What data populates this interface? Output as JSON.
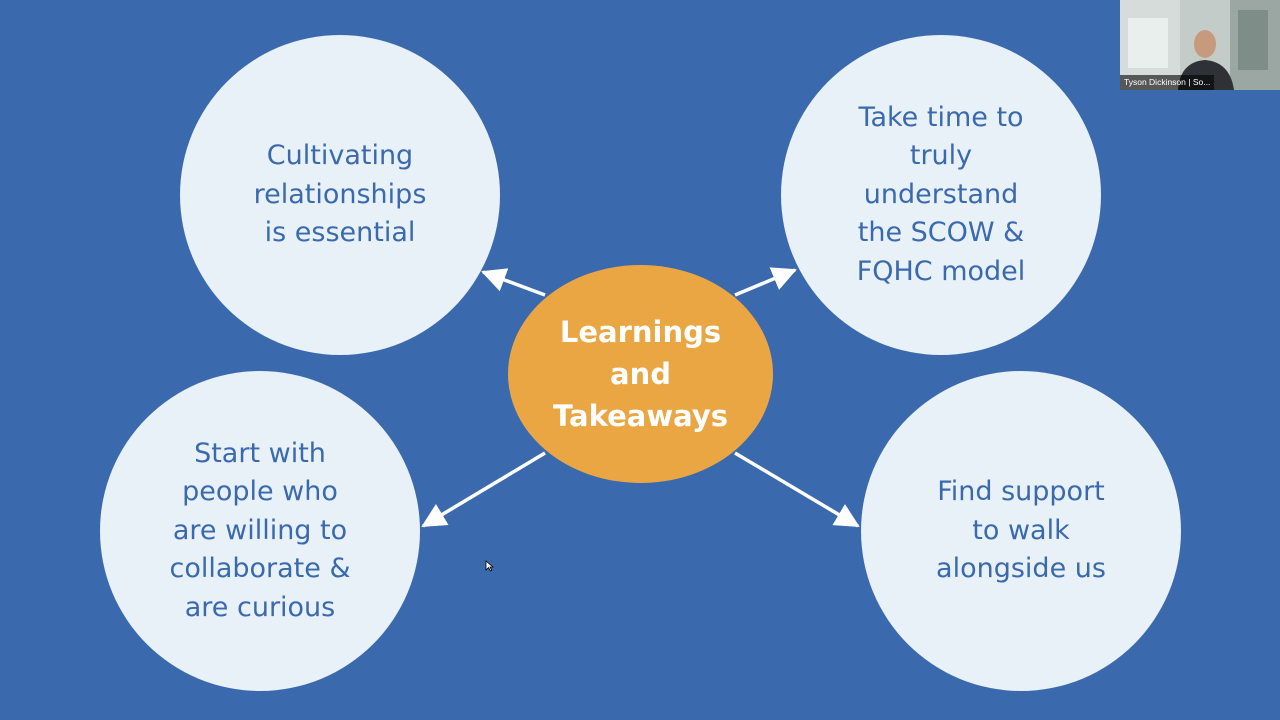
{
  "slide": {
    "center": "Learnings\nand\nTakeaways",
    "bubbles": {
      "top_left": "Cultivating\nrelationships\nis essential",
      "top_right": "Take time to\ntruly\nunderstand\nthe SCOW &\nFQHC model",
      "bottom_left": "Start with\npeople who\nare willing to\ncollaborate &\nare curious",
      "bottom_right": "Find support\nto walk\nalongside us"
    }
  },
  "webcam": {
    "participant_name": "Tyson Dickinson | So..."
  },
  "colors": {
    "background": "#3a6aad",
    "bubble_fill": "#e8f0f8",
    "bubble_text": "#3a6aad",
    "center_fill": "#eaa642",
    "center_text": "#ffffff",
    "arrow": "#ffffff"
  },
  "icons": {
    "pointer": "mouse-cursor-icon"
  }
}
